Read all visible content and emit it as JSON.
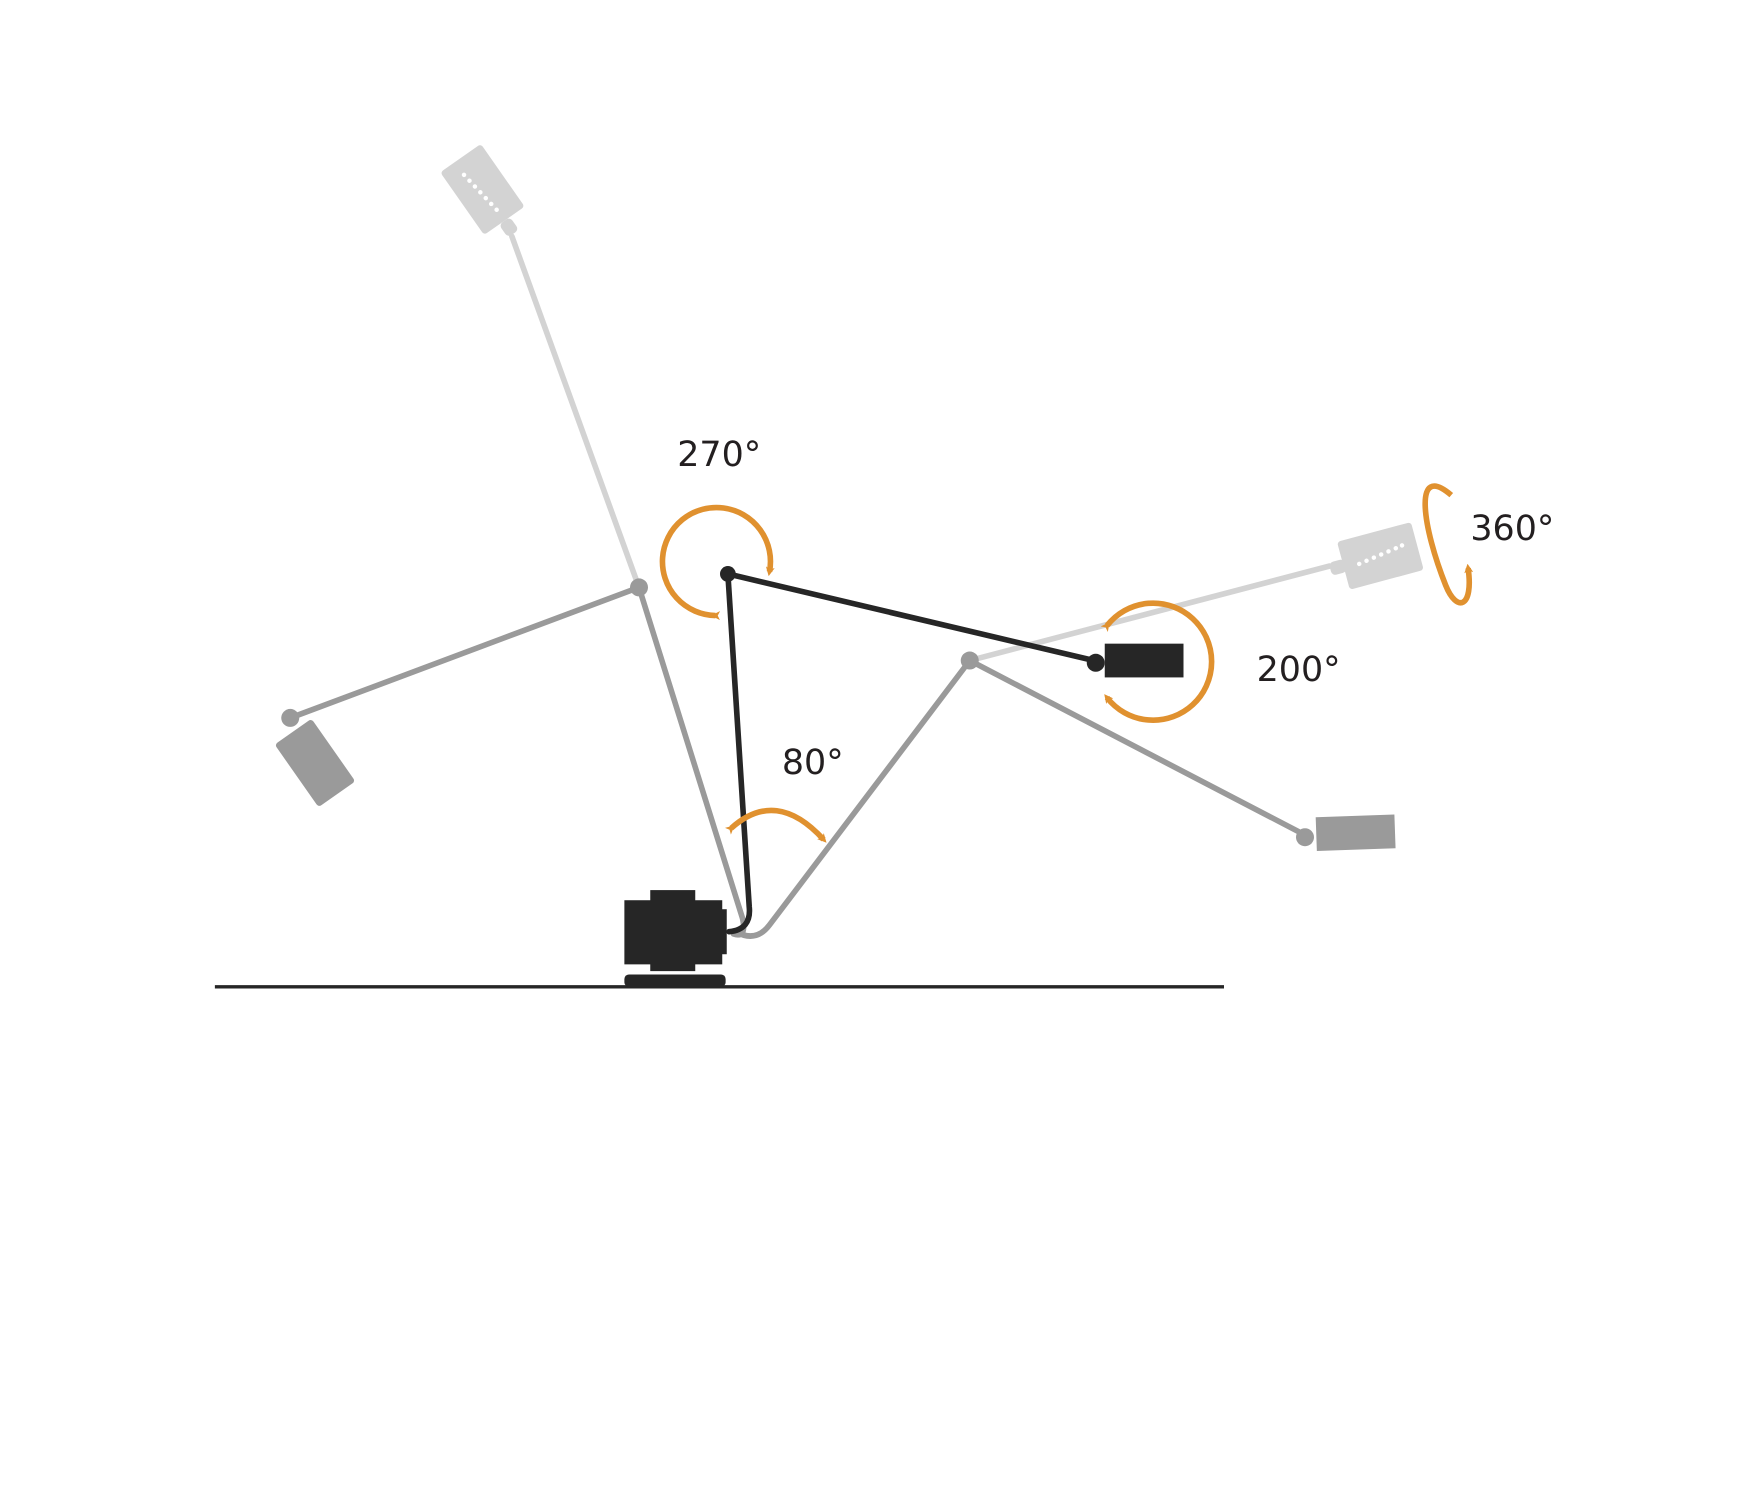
{
  "diagram": {
    "labels": {
      "shoulder_angle": "270°",
      "base_angle": "80°",
      "head_angle": "200°",
      "head_swivel_angle": "360°"
    },
    "colors": {
      "arrow": "#e0912f",
      "active_lamp": "#262626",
      "mid_lamp": "#9a9a9a",
      "light_lamp": "#d3d3d3",
      "ground": "#262626"
    }
  }
}
